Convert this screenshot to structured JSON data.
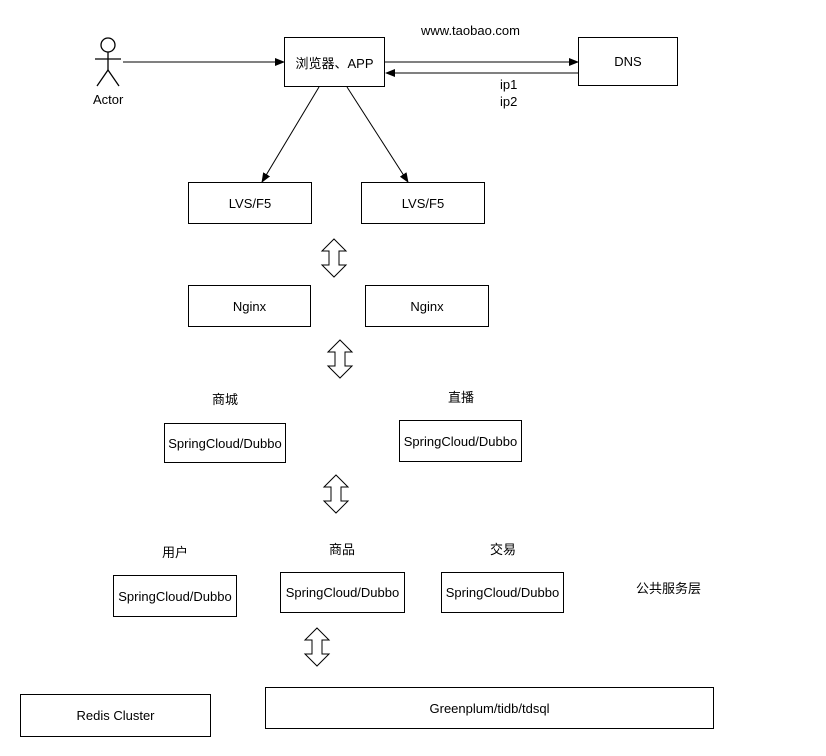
{
  "actor": {
    "label": "Actor"
  },
  "browser": {
    "label": "浏览器、APP"
  },
  "dns": {
    "label": "DNS",
    "request_label": "www.taobao.com",
    "response_labels": [
      "ip1",
      "ip2"
    ]
  },
  "load_balancers": [
    {
      "label": "LVS/F5"
    },
    {
      "label": "LVS/F5"
    }
  ],
  "nginx": [
    {
      "label": "Nginx"
    },
    {
      "label": "Nginx"
    }
  ],
  "business_services": [
    {
      "name": "商城",
      "label": "SpringCloud/Dubbo"
    },
    {
      "name": "直播",
      "label": "SpringCloud/Dubbo"
    }
  ],
  "public_services": {
    "layer_label": "公共服务层",
    "items": [
      {
        "name": "用户",
        "label": "SpringCloud/Dubbo"
      },
      {
        "name": "商品",
        "label": "SpringCloud/Dubbo"
      },
      {
        "name": "交易",
        "label": "SpringCloud/Dubbo"
      }
    ]
  },
  "storage": {
    "redis": "Redis Cluster",
    "db": "Greenplum/tidb/tdsql"
  },
  "colors": {
    "stroke": "#000000",
    "background": "#ffffff"
  }
}
